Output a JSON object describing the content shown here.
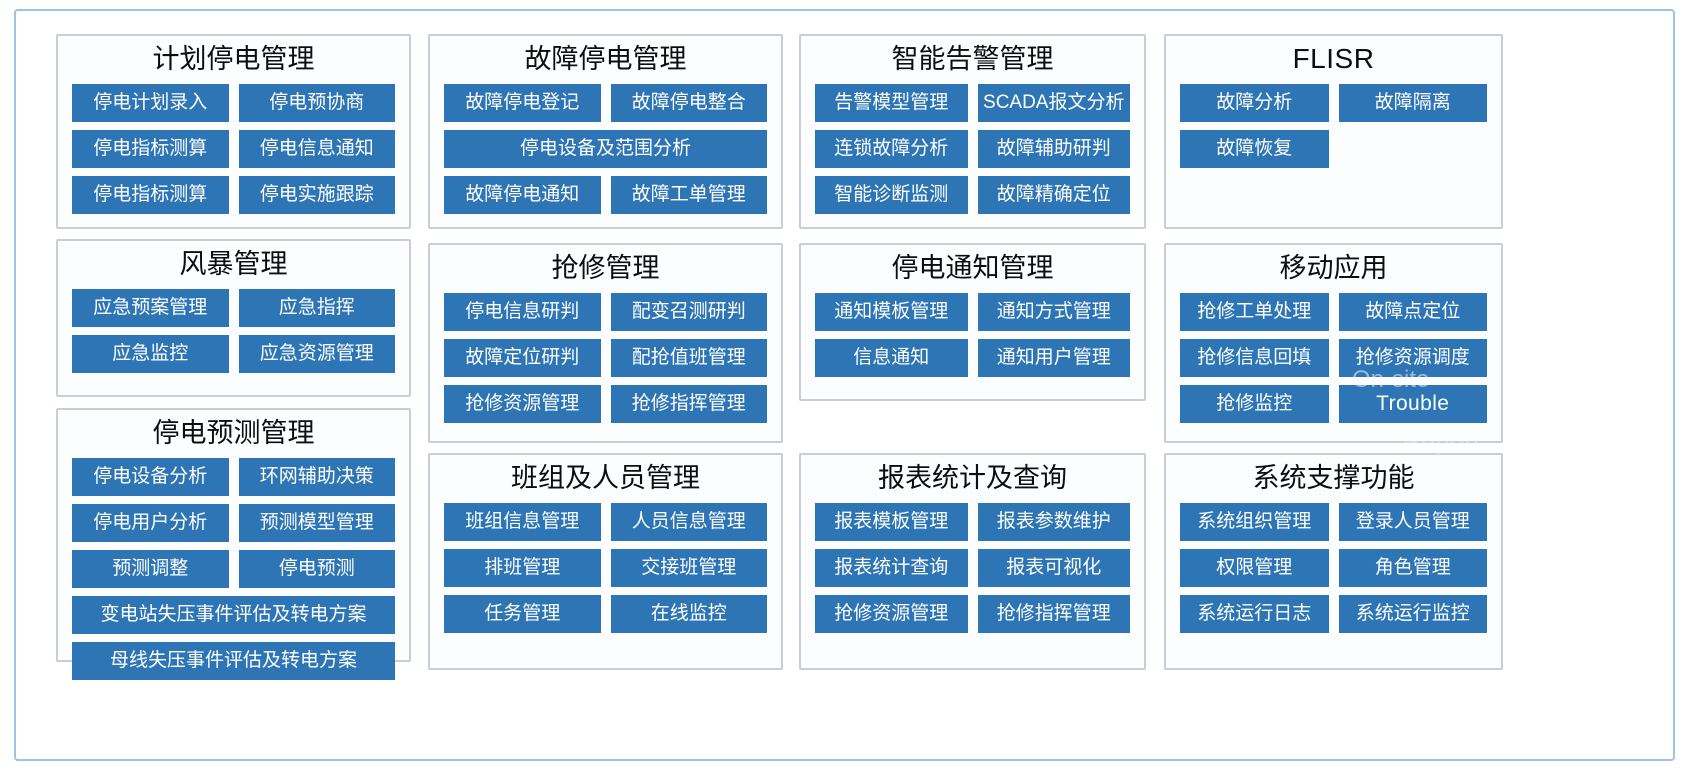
{
  "theme": {
    "frame_border": "#9dc3e6",
    "panel_border": "#c9ced6",
    "panel_background": "#fcfdfe",
    "button_fill": "#2e75b6",
    "button_text": "#ffffff",
    "title_text": "#0d0d0d"
  },
  "panels": {
    "planned_outage": {
      "title": "计划停电管理",
      "buttons": [
        {
          "label": "停电计划录入",
          "span": "half"
        },
        {
          "label": "停电预协商",
          "span": "half"
        },
        {
          "label": "停电指标测算",
          "span": "half"
        },
        {
          "label": "停电信息通知",
          "span": "half"
        },
        {
          "label": "停电指标测算",
          "span": "half"
        },
        {
          "label": "停电实施跟踪",
          "span": "half"
        }
      ]
    },
    "fault_outage": {
      "title": "故障停电管理",
      "buttons": [
        {
          "label": "故障停电登记",
          "span": "half"
        },
        {
          "label": "故障停电整合",
          "span": "half"
        },
        {
          "label": "停电设备及范围分析",
          "span": "full"
        },
        {
          "label": "故障停电通知",
          "span": "half"
        },
        {
          "label": "故障工单管理",
          "span": "half"
        }
      ]
    },
    "smart_alarm": {
      "title": "智能告警管理",
      "buttons": [
        {
          "label": "告警模型管理",
          "span": "half"
        },
        {
          "label": "SCADA报文分析",
          "span": "half"
        },
        {
          "label": "连锁故障分析",
          "span": "half"
        },
        {
          "label": "故障辅助研判",
          "span": "half"
        },
        {
          "label": "智能诊断监测",
          "span": "half"
        },
        {
          "label": "故障精确定位",
          "span": "half"
        }
      ]
    },
    "flisr": {
      "title": "FLISR",
      "buttons": [
        {
          "label": "故障分析",
          "span": "half"
        },
        {
          "label": "故障隔离",
          "span": "half"
        },
        {
          "label": "故障恢复",
          "span": "half"
        }
      ]
    },
    "storm": {
      "title": "风暴管理",
      "buttons": [
        {
          "label": "应急预案管理",
          "span": "half"
        },
        {
          "label": "应急指挥",
          "span": "half"
        },
        {
          "label": "应急监控",
          "span": "half"
        },
        {
          "label": "应急资源管理",
          "span": "half"
        }
      ]
    },
    "repair": {
      "title": "抢修管理",
      "buttons": [
        {
          "label": "停电信息研判",
          "span": "half"
        },
        {
          "label": "配变召测研判",
          "span": "half"
        },
        {
          "label": "故障定位研判",
          "span": "half"
        },
        {
          "label": "配抢值班管理",
          "span": "half"
        },
        {
          "label": "抢修资源管理",
          "span": "half"
        },
        {
          "label": "抢修指挥管理",
          "span": "half"
        }
      ]
    },
    "outage_notice": {
      "title": "停电通知管理",
      "buttons": [
        {
          "label": "通知模板管理",
          "span": "half"
        },
        {
          "label": "通知方式管理",
          "span": "half"
        },
        {
          "label": "信息通知",
          "span": "half"
        },
        {
          "label": "通知用户管理",
          "span": "half"
        }
      ]
    },
    "mobile": {
      "title": "移动应用",
      "buttons": [
        {
          "label": "抢修工单处理",
          "span": "half"
        },
        {
          "label": "故障点定位",
          "span": "half"
        },
        {
          "label": "抢修信息回填",
          "span": "half"
        },
        {
          "label": "抢修资源调度",
          "span": "half"
        },
        {
          "label": "抢修监控",
          "span": "half"
        },
        {
          "label": "Trouble",
          "span": "half",
          "latin": true
        }
      ]
    },
    "outage_forecast": {
      "title": "停电预测管理",
      "buttons": [
        {
          "label": "停电设备分析",
          "span": "half"
        },
        {
          "label": "环网辅助决策",
          "span": "half"
        },
        {
          "label": "停电用户分析",
          "span": "half"
        },
        {
          "label": "预测模型管理",
          "span": "half"
        },
        {
          "label": "预测调整",
          "span": "half"
        },
        {
          "label": "停电预测",
          "span": "half"
        },
        {
          "label": "变电站失压事件评估及转电方案",
          "span": "full"
        },
        {
          "label": "母线失压事件评估及转电方案",
          "span": "full"
        }
      ]
    },
    "team_personnel": {
      "title": "班组及人员管理",
      "buttons": [
        {
          "label": "班组信息管理",
          "span": "half"
        },
        {
          "label": "人员信息管理",
          "span": "half"
        },
        {
          "label": "排班管理",
          "span": "half"
        },
        {
          "label": "交接班管理",
          "span": "half"
        },
        {
          "label": "任务管理",
          "span": "half"
        },
        {
          "label": "在线监控",
          "span": "half"
        }
      ]
    },
    "report_stats": {
      "title": "报表统计及查询",
      "buttons": [
        {
          "label": "报表模板管理",
          "span": "half"
        },
        {
          "label": "报表参数维护",
          "span": "half"
        },
        {
          "label": "报表统计查询",
          "span": "half"
        },
        {
          "label": "报表可视化",
          "span": "half"
        },
        {
          "label": "抢修资源管理",
          "span": "half"
        },
        {
          "label": "抢修指挥管理",
          "span": "half"
        }
      ]
    },
    "system_support": {
      "title": "系统支撑功能",
      "buttons": [
        {
          "label": "系统组织管理",
          "span": "half"
        },
        {
          "label": "登录人员管理",
          "span": "half"
        },
        {
          "label": "权限管理",
          "span": "half"
        },
        {
          "label": "角色管理",
          "span": "half"
        },
        {
          "label": "系统运行日志",
          "span": "half"
        },
        {
          "label": "系统运行监控",
          "span": "half"
        }
      ]
    }
  },
  "overlays": {
    "on_site": "On-site",
    "report": "Report"
  }
}
